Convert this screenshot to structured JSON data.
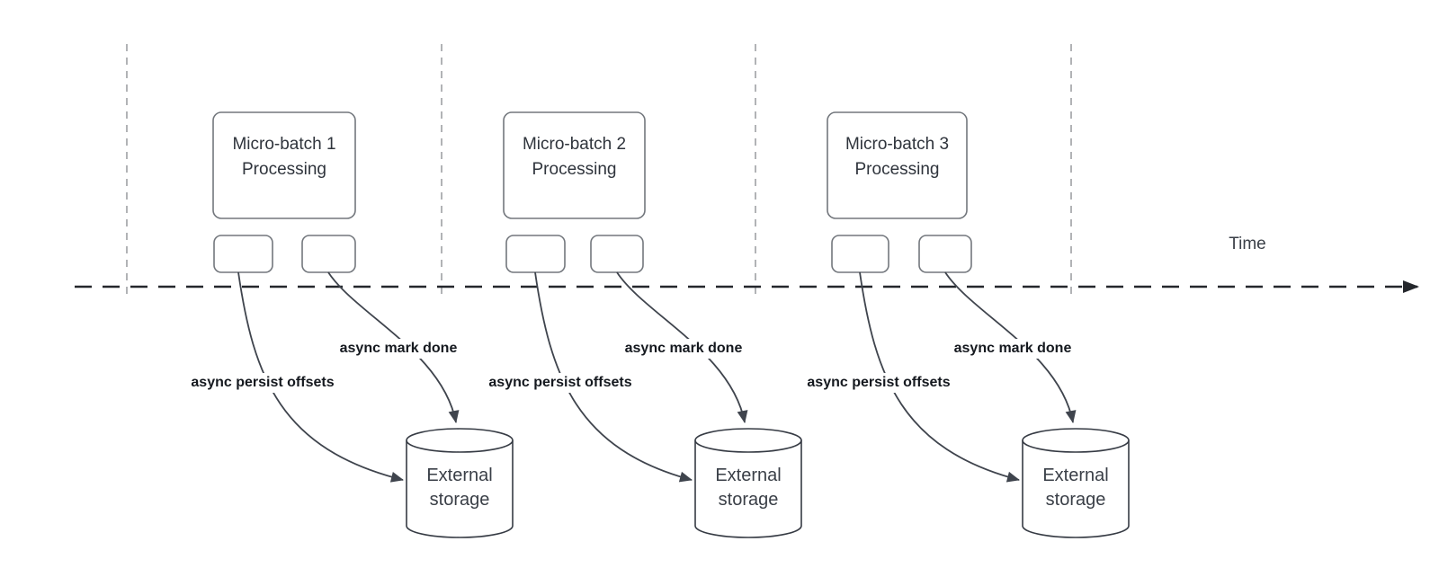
{
  "time_axis": {
    "label": "Time"
  },
  "groups": [
    {
      "title": "Micro-batch 1\nProcessing",
      "persist_label": "async persist offsets",
      "done_label": "async mark done",
      "storage_label": "External\nstorage"
    },
    {
      "title": "Micro-batch 2\nProcessing",
      "persist_label": "async persist offsets",
      "done_label": "async mark done",
      "storage_label": "External\nstorage"
    },
    {
      "title": "Micro-batch 3\nProcessing",
      "persist_label": "async persist offsets",
      "done_label": "async mark done",
      "storage_label": "External\nstorage"
    }
  ],
  "colors": {
    "background": "#ffffff",
    "box_border": "#73777d",
    "box_text": "#2f343c",
    "arrow_stroke": "#3f444d",
    "edge_label_text": "#15191f",
    "timeline_stroke": "#24272c",
    "lane_divider_stroke": "#a9abae",
    "cylinder_border": "#363b44",
    "storage_text": "#3a3f47"
  }
}
